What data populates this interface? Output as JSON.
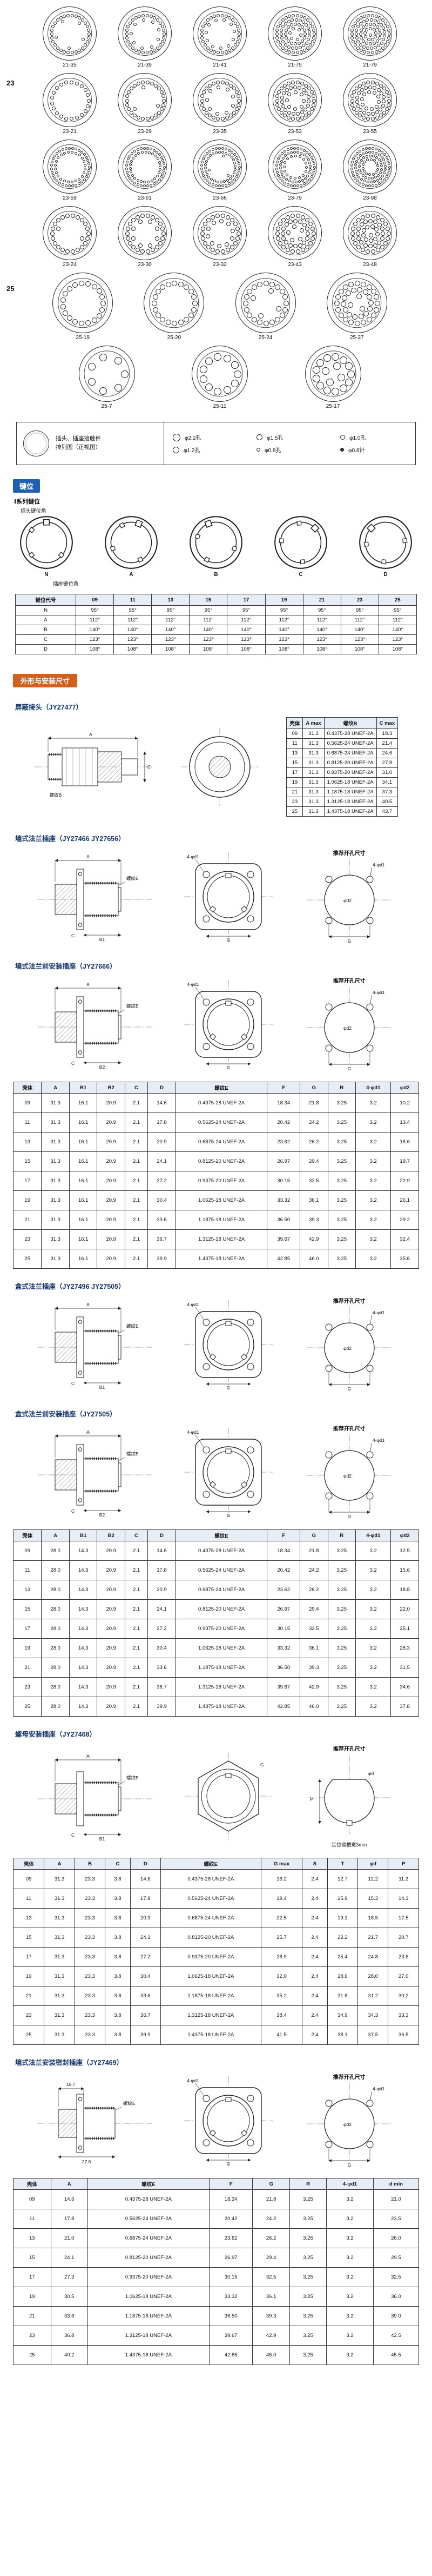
{
  "page": {
    "shell_labels": [
      {
        "text": "23"
      },
      {
        "text": "25"
      }
    ]
  },
  "insert_grid": {
    "rows": [
      {
        "size": 100,
        "dot": 6,
        "faces": [
          {
            "label": "21-35",
            "n": 35
          },
          {
            "label": "21-39",
            "n": 39
          },
          {
            "label": "21-41",
            "n": 41
          },
          {
            "label": "21-75",
            "n": 75
          },
          {
            "label": "21-79",
            "n": 79
          }
        ]
      },
      {
        "size": 100,
        "dot": 7,
        "faces": [
          {
            "label": "23-21",
            "n": 21
          },
          {
            "label": "23-29",
            "n": 29
          },
          {
            "label": "23-35",
            "n": 35
          },
          {
            "label": "23-53",
            "n": 53
          },
          {
            "label": "23-55",
            "n": 55
          }
        ]
      },
      {
        "size": 100,
        "dot": 5,
        "faces": [
          {
            "label": "23-59",
            "n": 59
          },
          {
            "label": "23-61",
            "n": 61
          },
          {
            "label": "23-66",
            "n": 66
          },
          {
            "label": "23-79",
            "n": 79
          },
          {
            "label": "23-98",
            "n": 98
          }
        ]
      },
      {
        "size": 100,
        "dot": 8,
        "faces": [
          {
            "label": "23-24",
            "n": 24
          },
          {
            "label": "23-30",
            "n": 30
          },
          {
            "label": "23-32",
            "n": 32
          },
          {
            "label": "23-43",
            "n": 43
          },
          {
            "label": "23-48",
            "n": 48
          }
        ]
      },
      {
        "size": 112,
        "dot": 10,
        "faces": [
          {
            "label": "25-19",
            "n": 19
          },
          {
            "label": "25-20",
            "n": 20
          },
          {
            "label": "25-24",
            "n": 24
          },
          {
            "label": "25-37",
            "n": 37
          }
        ]
      },
      {
        "size": 104,
        "dot": 14,
        "faces": [
          {
            "label": "25-7",
            "n": 7
          },
          {
            "label": "25-11",
            "n": 11
          },
          {
            "label": "25-17",
            "n": 17
          }
        ]
      }
    ]
  },
  "legend": {
    "left_line1": "插头、插座接触件",
    "left_line2": "排列图（正视图）",
    "items": [
      {
        "size": 14,
        "label": "φ2.2孔"
      },
      {
        "size": 11,
        "label": "φ1.5孔"
      },
      {
        "size": 9,
        "label": "φ1.0孔"
      },
      {
        "size": 12,
        "label": "φ1.2孔"
      },
      {
        "size": 7,
        "label": "φ0.8孔"
      },
      {
        "size": 7,
        "fill": true,
        "label": "φ0.8针"
      }
    ]
  },
  "keying": {
    "badge": "键位",
    "series": "Ⅰ系列键位",
    "plug_note": "插头键位角",
    "socket_note": "插座键位角",
    "positions": [
      {
        "label": "N",
        "angle": 0
      },
      {
        "label": "A",
        "angle": 22
      },
      {
        "label": "B",
        "angle": -22
      },
      {
        "label": "C",
        "angle": 45
      },
      {
        "label": "D",
        "angle": -45
      }
    ],
    "table": {
      "columns": [
        "键位代号",
        "09",
        "11",
        "13",
        "15",
        "17",
        "19",
        "21",
        "23",
        "25"
      ],
      "rows": [
        [
          "N",
          "95°",
          "95°",
          "95°",
          "95°",
          "95°",
          "95°",
          "95°",
          "95°",
          "95°"
        ],
        [
          "A",
          "112°",
          "112°",
          "112°",
          "112°",
          "112°",
          "112°",
          "112°",
          "112°",
          "112°"
        ],
        [
          "B",
          "140°",
          "140°",
          "140°",
          "140°",
          "140°",
          "140°",
          "140°",
          "140°",
          "140°"
        ],
        [
          "C",
          "123°",
          "123°",
          "123°",
          "123°",
          "123°",
          "123°",
          "123°",
          "123°",
          "123°"
        ],
        [
          "D",
          "108°",
          "108°",
          "108°",
          "108°",
          "108°",
          "108°",
          "108°",
          "108°",
          "108°"
        ]
      ]
    }
  },
  "outline_header": "外形与安装尺寸",
  "dims": {
    "cutout_title": "推荐开孔尺寸",
    "a": "A",
    "b1": "B1",
    "b2": "B2",
    "c": "C",
    "d": "φD",
    "e": "螺纹E",
    "thread_b": "螺纹B",
    "f": "F",
    "g": "G",
    "r": "R",
    "d1": "4-φd1",
    "d2": "φd2",
    "key_note": "定位键槽宽3mm",
    "l167": "16.7",
    "l278": "27.8",
    "phid": "φd",
    "p": "P"
  },
  "sections": {
    "shield": {
      "title": "屏蔽接头（JY27477）",
      "table": {
        "columns": [
          "壳体",
          "A max",
          "螺纹B",
          "C max"
        ],
        "rows": [
          [
            "09",
            "31.3",
            "0.4375-28 UNEF-2A",
            "18.3"
          ],
          [
            "11",
            "31.3",
            "0.5625-24 UNEF-2A",
            "21.4"
          ],
          [
            "13",
            "31.3",
            "0.6875-24 UNEF-2A",
            "24.6"
          ],
          [
            "15",
            "31.3",
            "0.8125-20 UNEF-2A",
            "27.8"
          ],
          [
            "17",
            "31.3",
            "0.9375-20 UNEF-2A",
            "31.0"
          ],
          [
            "19",
            "31.3",
            "1.0625-18 UNEF-2A",
            "34.1"
          ],
          [
            "21",
            "31.3",
            "1.1875-18 UNEF-2A",
            "37.3"
          ],
          [
            "23",
            "31.3",
            "1.3125-18 UNEF-2A",
            "40.5"
          ],
          [
            "25",
            "31.3",
            "1.4375-18 UNEF-2A",
            "43.7"
          ]
        ]
      }
    },
    "wall": {
      "title": "墙式法兰插座（JY27466  JY27656）"
    },
    "wall_front": {
      "title": "墙式法兰前安装插座（JY27666）"
    },
    "wall_table": {
      "columns": [
        "壳体",
        "A",
        "B1",
        "B2",
        "C",
        "D",
        "螺纹E",
        "F",
        "G",
        "R",
        "4-φd1",
        "φd2"
      ],
      "rows": [
        [
          "09",
          "31.3",
          "16.1",
          "20.9",
          "2.1",
          "14.6",
          "0.4375-28 UNEF-2A",
          "18.34",
          "21.8",
          "3.25",
          "3.2",
          "10.2"
        ],
        [
          "11",
          "31.3",
          "16.1",
          "20.9",
          "2.1",
          "17.8",
          "0.5625-24 UNEF-2A",
          "20.42",
          "24.2",
          "3.25",
          "3.2",
          "13.4"
        ],
        [
          "13",
          "31.3",
          "16.1",
          "20.9",
          "2.1",
          "20.9",
          "0.6875-24 UNEF-2A",
          "23.62",
          "26.2",
          "3.25",
          "3.2",
          "16.6"
        ],
        [
          "15",
          "31.3",
          "16.1",
          "20.9",
          "2.1",
          "24.1",
          "0.8125-20 UNEF-2A",
          "26.97",
          "29.4",
          "3.25",
          "3.2",
          "19.7"
        ],
        [
          "17",
          "31.3",
          "16.1",
          "20.9",
          "2.1",
          "27.2",
          "0.9375-20 UNEF-2A",
          "30.15",
          "32.5",
          "3.25",
          "3.2",
          "22.9"
        ],
        [
          "19",
          "31.3",
          "16.1",
          "20.9",
          "2.1",
          "30.4",
          "1.0625-18 UNEF-2A",
          "33.32",
          "36.1",
          "3.25",
          "3.2",
          "26.1"
        ],
        [
          "21",
          "31.3",
          "16.1",
          "20.9",
          "2.1",
          "33.6",
          "1.1875-18 UNEF-2A",
          "36.50",
          "39.3",
          "3.25",
          "3.2",
          "29.2"
        ],
        [
          "23",
          "31.3",
          "16.1",
          "20.9",
          "2.1",
          "36.7",
          "1.3125-18 UNEF-2A",
          "39.67",
          "42.9",
          "3.25",
          "3.2",
          "32.4"
        ],
        [
          "25",
          "31.3",
          "16.1",
          "20.9",
          "2.1",
          "39.9",
          "1.4375-18 UNEF-2A",
          "42.85",
          "46.0",
          "3.25",
          "3.2",
          "35.6"
        ]
      ]
    },
    "box": {
      "title": "盒式法兰插座（JY27496  JY27505）"
    },
    "box_front": {
      "title": "盒式法兰前安装插座（JY27505）"
    },
    "box_table": {
      "columns": [
        "壳体",
        "A",
        "B1",
        "B2",
        "C",
        "D",
        "螺纹E",
        "F",
        "G",
        "R",
        "4-φd1",
        "φd2"
      ],
      "rows": [
        [
          "09",
          "28.0",
          "14.3",
          "20.9",
          "2.1",
          "14.6",
          "0.4375-28 UNEF-2A",
          "18.34",
          "21.8",
          "3.25",
          "3.2",
          "12.5"
        ],
        [
          "11",
          "28.0",
          "14.3",
          "20.9",
          "2.1",
          "17.8",
          "0.5625-24 UNEF-2A",
          "20.42",
          "24.2",
          "3.25",
          "3.2",
          "15.6"
        ],
        [
          "13",
          "28.0",
          "14.3",
          "20.9",
          "2.1",
          "20.9",
          "0.6875-24 UNEF-2A",
          "23.62",
          "26.2",
          "3.25",
          "3.2",
          "18.8"
        ],
        [
          "15",
          "28.0",
          "14.3",
          "20.9",
          "2.1",
          "24.1",
          "0.8125-20 UNEF-2A",
          "26.97",
          "29.4",
          "3.25",
          "3.2",
          "22.0"
        ],
        [
          "17",
          "28.0",
          "14.3",
          "20.9",
          "2.1",
          "27.2",
          "0.9375-20 UNEF-2A",
          "30.15",
          "32.5",
          "3.25",
          "3.2",
          "25.1"
        ],
        [
          "19",
          "28.0",
          "14.3",
          "20.9",
          "2.1",
          "30.4",
          "1.0625-18 UNEF-2A",
          "33.32",
          "36.1",
          "3.25",
          "3.2",
          "28.3"
        ],
        [
          "21",
          "28.0",
          "14.3",
          "20.9",
          "2.1",
          "33.6",
          "1.1875-18 UNEF-2A",
          "36.50",
          "39.3",
          "3.25",
          "3.2",
          "31.5"
        ],
        [
          "23",
          "28.0",
          "14.3",
          "20.9",
          "2.1",
          "36.7",
          "1.3125-18 UNEF-2A",
          "39.67",
          "42.9",
          "3.25",
          "3.2",
          "34.6"
        ],
        [
          "25",
          "28.0",
          "14.3",
          "20.9",
          "2.1",
          "39.9",
          "1.4375-18 UNEF-2A",
          "42.85",
          "46.0",
          "3.25",
          "3.2",
          "37.8"
        ]
      ]
    },
    "nut": {
      "title": "螺母安装插座（JY27468）",
      "table": {
        "columns": [
          "壳体",
          "A",
          "B",
          "C",
          "D",
          "螺纹E",
          "G max",
          "S",
          "T",
          "φd",
          "P"
        ],
        "rows": [
          [
            "09",
            "31.3",
            "23.3",
            "3.8",
            "14.6",
            "0.4375-28 UNEF-2A",
            "16.2",
            "2.4",
            "12.7",
            "12.2",
            "11.2"
          ],
          [
            "11",
            "31.3",
            "23.3",
            "3.8",
            "17.8",
            "0.5625-24 UNEF-2A",
            "19.4",
            "2.4",
            "15.9",
            "15.3",
            "14.3"
          ],
          [
            "13",
            "31.3",
            "23.3",
            "3.8",
            "20.9",
            "0.6875-24 UNEF-2A",
            "22.5",
            "2.4",
            "19.1",
            "18.5",
            "17.5"
          ],
          [
            "15",
            "31.3",
            "23.3",
            "3.8",
            "24.1",
            "0.8125-20 UNEF-2A",
            "25.7",
            "2.4",
            "22.2",
            "21.7",
            "20.7"
          ],
          [
            "17",
            "31.3",
            "23.3",
            "3.8",
            "27.2",
            "0.9375-20 UNEF-2A",
            "28.9",
            "2.4",
            "25.4",
            "24.8",
            "23.8"
          ],
          [
            "19",
            "31.3",
            "23.3",
            "3.8",
            "30.4",
            "1.0625-18 UNEF-2A",
            "32.0",
            "2.4",
            "28.6",
            "28.0",
            "27.0"
          ],
          [
            "21",
            "31.3",
            "23.3",
            "3.8",
            "33.6",
            "1.1875-18 UNEF-2A",
            "35.2",
            "2.4",
            "31.8",
            "31.2",
            "30.2"
          ],
          [
            "23",
            "31.3",
            "23.3",
            "3.8",
            "36.7",
            "1.3125-18 UNEF-2A",
            "38.4",
            "2.4",
            "34.9",
            "34.3",
            "33.3"
          ],
          [
            "25",
            "31.3",
            "23.3",
            "3.8",
            "39.9",
            "1.4375-18 UNEF-2A",
            "41.5",
            "2.4",
            "38.1",
            "37.5",
            "36.5"
          ]
        ]
      }
    },
    "sealed": {
      "title": "墙式法兰安装密封插座（JY27469）",
      "table": {
        "columns": [
          "壳体",
          "A",
          "螺纹E",
          "F",
          "G",
          "R",
          "4-φd1",
          "d min"
        ],
        "rows": [
          [
            "09",
            "14.6",
            "0.4375-28 UNEF-2A",
            "18.34",
            "21.8",
            "3.25",
            "3.2",
            "21.0"
          ],
          [
            "11",
            "17.8",
            "0.5625-24 UNEF-2A",
            "20.42",
            "24.2",
            "3.25",
            "3.2",
            "23.5"
          ],
          [
            "13",
            "21.0",
            "0.6875-24 UNEF-2A",
            "23.62",
            "26.2",
            "3.25",
            "3.2",
            "26.0"
          ],
          [
            "15",
            "24.1",
            "0.8125-20 UNEF-2A",
            "26.97",
            "29.4",
            "3.25",
            "3.2",
            "29.5"
          ],
          [
            "17",
            "27.3",
            "0.9375-20 UNEF-2A",
            "30.15",
            "32.5",
            "3.25",
            "3.2",
            "32.5"
          ],
          [
            "19",
            "30.5",
            "1.0625-18 UNEF-2A",
            "33.32",
            "36.1",
            "3.25",
            "3.2",
            "36.0"
          ],
          [
            "21",
            "33.6",
            "1.1875-18 UNEF-2A",
            "36.50",
            "39.3",
            "3.25",
            "3.2",
            "39.0"
          ],
          [
            "23",
            "36.8",
            "1.3125-18 UNEF-2A",
            "39.67",
            "42.9",
            "3.25",
            "3.2",
            "42.5"
          ],
          [
            "25",
            "40.2",
            "1.4375-18 UNEF-2A",
            "42.85",
            "46.0",
            "3.25",
            "3.2",
            "45.5"
          ]
        ]
      }
    }
  }
}
